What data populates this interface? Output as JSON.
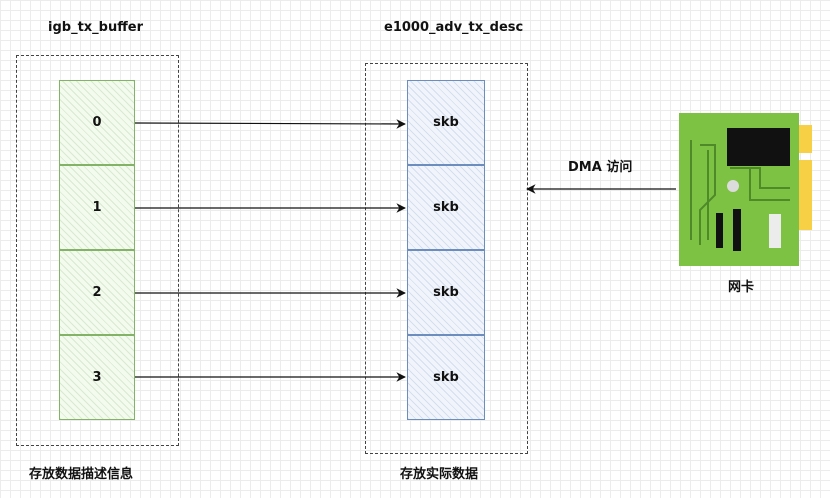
{
  "left": {
    "title": "igb_tx_buffer",
    "caption": "存放数据描述信息",
    "cells": [
      "0",
      "1",
      "2",
      "3"
    ]
  },
  "right": {
    "title": "e1000_adv_tx_desc",
    "caption": "存放实际数据",
    "cells": [
      "skb",
      "skb",
      "skb",
      "skb"
    ]
  },
  "nic": {
    "label": "网卡",
    "arrow_label": "DMA 访问",
    "icon": "network-card-icon"
  },
  "colors": {
    "buffer_border": "#82b366",
    "desc_border": "#6c8ebf",
    "nic_green": "#7dc242",
    "nic_gold": "#f7d046"
  }
}
